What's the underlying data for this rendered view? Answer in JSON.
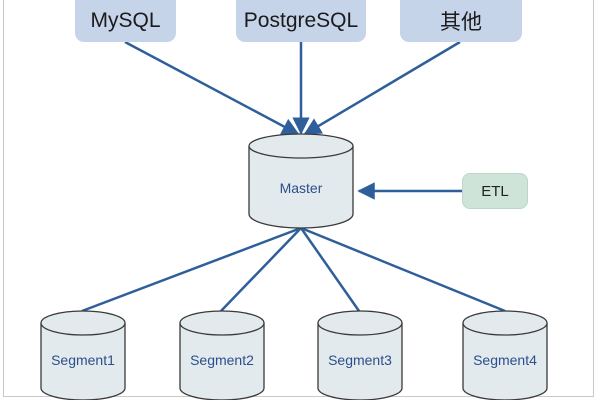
{
  "sources": [
    {
      "label": "MySQL"
    },
    {
      "label": "PostgreSQL"
    },
    {
      "label": "其他"
    }
  ],
  "master": {
    "label": "Master"
  },
  "etl": {
    "label": "ETL"
  },
  "segments": [
    {
      "label": "Segment1"
    },
    {
      "label": "Segment2"
    },
    {
      "label": "Segment3"
    },
    {
      "label": "Segment4"
    }
  ],
  "colors": {
    "arrow": "#2f5f9a",
    "source_fill": "#c6d4ea",
    "cylinder_fill": "#e3eaee",
    "cylinder_stroke": "#3a3a3a",
    "etl_fill": "#cfe4d8",
    "label_text": "#2b4f8a"
  }
}
